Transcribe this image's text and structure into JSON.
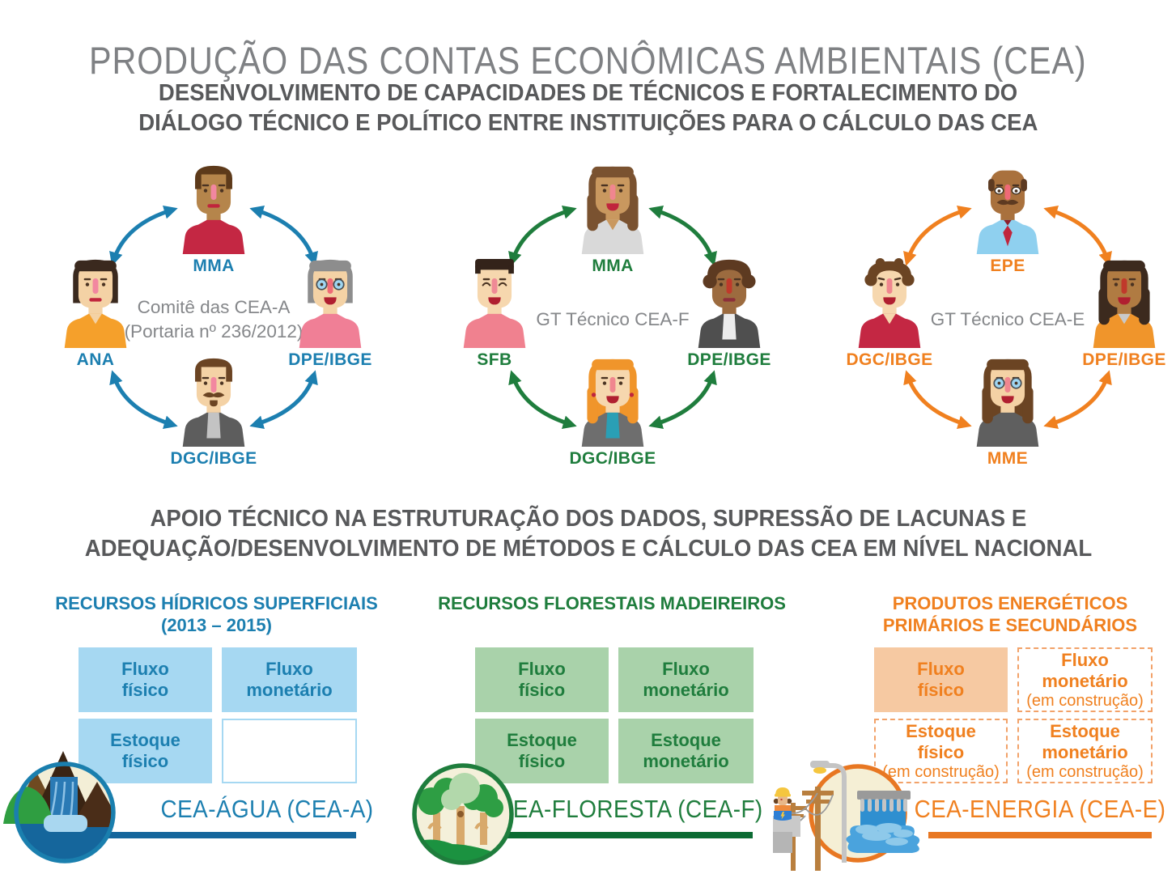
{
  "title": "PRODUÇÃO DAS CONTAS ECONÔMICAS AMBIENTAIS (CEA)",
  "heading_capacity": {
    "line1": "DESENVOLVIMENTO DE CAPACIDADES DE TÉCNICOS E FORTALECIMENTO DO",
    "line2": "DIÁLOGO TÉCNICO E POLÍTICO ENTRE INSTITUIÇÕES PARA O CÁLCULO DAS CEA"
  },
  "heading_support": {
    "line1": "APOIO TÉCNICO NA ESTRUTURAÇÃO DOS DADOS, SUPRESSÃO DE LACUNAS E",
    "line2": "ADEQUAÇÃO/DESENVOLVIMENTO DE MÉTODOS E CÁLCULO DAS CEA EM NÍVEL NACIONAL"
  },
  "groups": [
    {
      "id": "cea-a",
      "accent": "#1c7fb0",
      "center_lines": [
        "Comitê das CEA-A",
        "(Portaria nº 236/2012)"
      ],
      "members": [
        {
          "position": "top",
          "label": "MMA",
          "avatar": {
            "skin": "#b5854b",
            "hair": "#5d3a1a",
            "hairStyle": "short",
            "shirt": "#c42743",
            "shirtStyle": "plain",
            "nose": "#f287a0",
            "mouth": "line",
            "lip": "#c0253c"
          }
        },
        {
          "position": "left",
          "label": "ANA",
          "avatar": {
            "skin": "#f4d2a5",
            "hair": "#3a291e",
            "hairStyle": "bob",
            "shirt": "#f5a02b",
            "shirtStyle": "vneck",
            "nose": "#f287a0",
            "mouth": "line",
            "lip": "#c0253c"
          }
        },
        {
          "position": "right",
          "label": "DPE/IBGE",
          "avatar": {
            "skin": "#f4d2a5",
            "hair": "#8d8d8d",
            "hairStyle": "bob",
            "shirt": "#f07f96",
            "shirtStyle": "plain",
            "glasses": "#9fd6f2",
            "nose": "#ef6a77",
            "mouth": "open",
            "lip": "#b01f30"
          }
        },
        {
          "position": "bottom",
          "label": "DGC/IBGE",
          "avatar": {
            "skin": "#f4d2a5",
            "hair": "#6b4423",
            "hairStyle": "short",
            "shirt": "#5d5d5d",
            "shirtStyle": "blazer",
            "inner": "#c3c3c3",
            "mustache": true,
            "goatee": true,
            "nose": "#f287a0",
            "mouth": "none"
          }
        }
      ]
    },
    {
      "id": "cea-f",
      "accent": "#1f7d3d",
      "center_lines": [
        "GT Técnico CEA-F"
      ],
      "members": [
        {
          "position": "top",
          "label": "MMA",
          "avatar": {
            "skin": "#c9985f",
            "hair": "#7a5230",
            "hairStyle": "long",
            "shirt": "#d9d9d9",
            "shirtStyle": "vneck",
            "nose": "#f0868f",
            "mouth": "open",
            "lip": "#c0253c"
          }
        },
        {
          "position": "left",
          "label": "SFB",
          "avatar": {
            "skin": "#f6d7ae",
            "hair": "#33231a",
            "hairStyle": "flat",
            "shirt": "#f0818f",
            "shirtStyle": "plain",
            "happyEyes": true,
            "nose": "#ef8a96",
            "mouth": "open",
            "lip": "#b01f30"
          }
        },
        {
          "position": "right",
          "label": "DPE/IBGE",
          "avatar": {
            "skin": "#9c6b3f",
            "hair": "#5d3a21",
            "hairStyle": "afro",
            "shirt": "#4f4f4f",
            "shirtStyle": "blazer",
            "inner": "#ececec",
            "nose": "#c0392b",
            "mouth": "line",
            "lip": "#8d2f3a"
          }
        },
        {
          "position": "bottom",
          "label": "DGC/IBGE",
          "avatar": {
            "skin": "#f6d7ae",
            "hair": "#f0952b",
            "hairStyle": "long",
            "shirt": "#6e6e6e",
            "shirtStyle": "blazer",
            "inner": "#2a9fb5",
            "earrings": "#c0253c",
            "nose": "#f0868f",
            "mouth": "open",
            "lip": "#b01f30"
          }
        }
      ]
    },
    {
      "id": "cea-e",
      "accent": "#f0801f",
      "center_lines": [
        "GT Técnico CEA-E"
      ],
      "members": [
        {
          "position": "top",
          "label": "EPE",
          "avatar": {
            "skin": "#a9713d",
            "hair": "#5d3a21",
            "hairStyle": "baldside",
            "shirt": "#8fd0ef",
            "shirtStyle": "plain",
            "tie": "#c0253c",
            "wideEyes": true,
            "mustache": true,
            "nose": "#ef6a77",
            "mouth": "none"
          }
        },
        {
          "position": "left",
          "label": "DGC/IBGE",
          "avatar": {
            "skin": "#f6d7ae",
            "hair": "#6b4423",
            "hairStyle": "curly",
            "shirt": "#c42743",
            "shirtStyle": "vneck",
            "worried": true,
            "nose": "#f0868f",
            "mouth": "open",
            "lip": "#b01f30"
          }
        },
        {
          "position": "right",
          "label": "DPE/IBGE",
          "avatar": {
            "skin": "#b07b42",
            "hair": "#3c2a1e",
            "hairStyle": "wavy",
            "shirt": "#f0952b",
            "shirtStyle": "vneck",
            "inner": "#c9c9c9",
            "nose": "#c0392b",
            "mouth": "open",
            "lip": "#b01f30"
          }
        },
        {
          "position": "bottom",
          "label": "MME",
          "avatar": {
            "skin": "#f4d2a5",
            "hair": "#6b4423",
            "hairStyle": "long",
            "shirt": "#5f5f5f",
            "shirtStyle": "plain",
            "glasses": "#9fd6f2",
            "nose": "#f0868f",
            "mouth": "open",
            "lip": "#b01f30"
          }
        }
      ]
    }
  ],
  "panels": [
    {
      "id": "agua",
      "accent": "#1c7fb0",
      "box_fill": "#a6d8f2",
      "box_border": "#a6d8f2",
      "line_color": "#15669c",
      "title_lines": [
        "RECURSOS HÍDRICOS  SUPERFICIAIS",
        "(2013 – 2015)"
      ],
      "boxes": [
        {
          "lines": [
            "Fluxo",
            "físico"
          ],
          "variant": "solid"
        },
        {
          "lines": [
            "Fluxo",
            "monetário"
          ],
          "variant": "solid"
        },
        {
          "lines": [
            "Estoque",
            "físico"
          ],
          "variant": "solid"
        },
        {
          "lines": [],
          "variant": "empty"
        }
      ],
      "footer_label": "CEA-ÁGUA (CEA-A)",
      "icon": "water-mountains-icon"
    },
    {
      "id": "floresta",
      "accent": "#1f7d3d",
      "box_fill": "#a9d2aa",
      "box_border": "#a9d2aa",
      "line_color": "#0c6b33",
      "title_lines": [
        "RECURSOS FLORESTAIS MADEIREIROS"
      ],
      "boxes": [
        {
          "lines": [
            "Fluxo",
            "físico"
          ],
          "variant": "solid"
        },
        {
          "lines": [
            "Fluxo",
            "monetário"
          ],
          "variant": "solid"
        },
        {
          "lines": [
            "Estoque",
            "físico"
          ],
          "variant": "solid"
        },
        {
          "lines": [
            "Estoque",
            "monetário"
          ],
          "variant": "solid"
        }
      ],
      "footer_label": "CEA-FLORESTA (CEA-F)",
      "icon": "forest-trees-icon"
    },
    {
      "id": "energia",
      "accent": "#f0801f",
      "box_fill": "#f6c9a2",
      "box_border": "#f2a269",
      "line_color": "#e87722",
      "title_lines": [
        "PRODUTOS ENERGÉTICOS",
        "PRIMÁRIOS E SECUNDÁRIOS"
      ],
      "boxes": [
        {
          "lines": [
            "Fluxo",
            "físico"
          ],
          "variant": "solid"
        },
        {
          "lines": [
            "Fluxo",
            "monetário"
          ],
          "sub": "(em construção)",
          "variant": "dashed"
        },
        {
          "lines": [
            "Estoque",
            "físico"
          ],
          "sub": "(em construção)",
          "variant": "dashed"
        },
        {
          "lines": [
            "Estoque",
            "monetário"
          ],
          "sub": "(em construção)",
          "variant": "dashed"
        }
      ],
      "footer_label": "CEA-ENERGIA (CEA-E)",
      "icon": "energy-infrastructure-icon"
    }
  ]
}
